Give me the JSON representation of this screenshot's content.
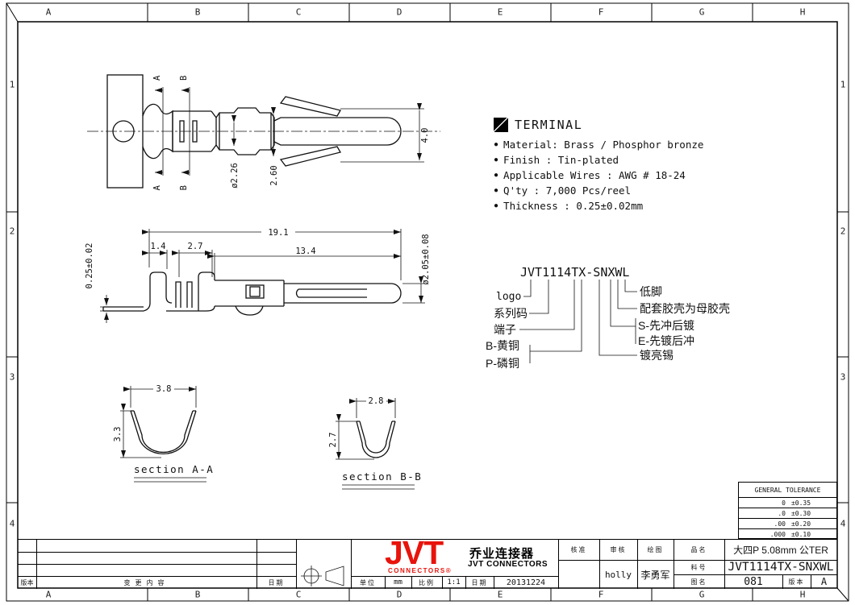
{
  "border": {
    "columns": [
      "A",
      "B",
      "C",
      "D",
      "E",
      "F",
      "G",
      "H"
    ],
    "rows": [
      "1",
      "2",
      "3",
      "4"
    ]
  },
  "terminal_specs": {
    "title": "TERMINAL",
    "items": [
      "Material: Brass / Phosphor bronze",
      "Finish : Tin-plated",
      "Applicable Wires : AWG # 18-24",
      "Q'ty : 7,000 Pcs/reel",
      "Thickness : 0.25±0.02mm"
    ]
  },
  "part_number": {
    "code": "JVT1114TX-SNXWL",
    "left_labels": {
      "logo": "logo",
      "series": "系列码",
      "terminal": "端子",
      "brass": "B-黄铜",
      "phosphor": "P-磷铜"
    },
    "right_labels": {
      "low_foot": "低脚",
      "housing": "配套胶壳为母胶壳",
      "s_process": "S-先冲后镀",
      "e_process": "E-先镀后冲",
      "plating": "镀亮锡"
    }
  },
  "dims": {
    "top_view": {
      "sec_a": "A",
      "sec_b": "B",
      "dia": "ø2.26",
      "width": "2.60",
      "pin": "4.0"
    },
    "side_view": {
      "overall": "19.1",
      "d1": "1.4",
      "d2": "2.7",
      "d3": "13.4",
      "dia": "ø2.05±0.08",
      "thk": "0.25±0.02"
    },
    "section_aa": {
      "w": "3.8",
      "h": "3.3",
      "label": "section A-A"
    },
    "section_bb": {
      "w": "2.8",
      "h": "2.7",
      "label": "section B-B"
    }
  },
  "tolerance": {
    "title": "GENERAL TOLERANCE",
    "rows": [
      [
        "0",
        "±0.35"
      ],
      [
        ".0",
        "±0.30"
      ],
      [
        ".00",
        "±0.20"
      ],
      [
        ".000",
        "±0.10"
      ]
    ]
  },
  "titleblock": {
    "rev_label": "版本",
    "change_label": "变更内容",
    "date_label": "日期",
    "logo_text": "JVT",
    "logo_sub": "CONNECTORS®",
    "company_cn": "乔业连接器",
    "company_en": "JVT CONNECTORS",
    "brand_color": "#e8140c",
    "unit_label": "单位",
    "unit_value": "mm",
    "scale_label": "比例",
    "scale_value": "1:1",
    "date2_label": "日期",
    "date_value": "20131224",
    "approve_label": "核准",
    "check_label": "审核",
    "draw_label": "绘图",
    "check_by": "holly",
    "drawn_by": "李勇军",
    "pname_label": "品名",
    "pname_value": "大四P 5.08mm 公TER",
    "pn_label": "料号",
    "pn_value": "JVT1114TX-SNXWL",
    "dwg_label": "图名",
    "dwg_value": "081",
    "ver_label": "版本",
    "ver_value": "A"
  }
}
